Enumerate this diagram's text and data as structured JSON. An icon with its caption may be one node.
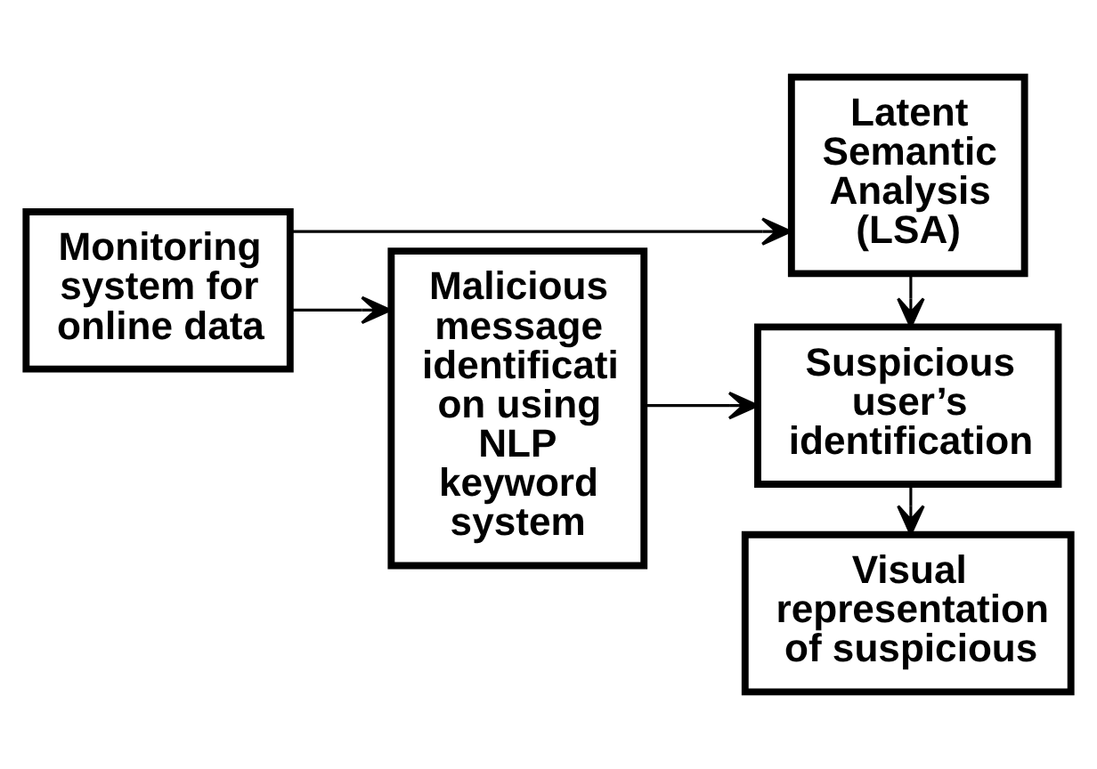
{
  "diagram": {
    "nodes": [
      {
        "text": [
          "Monitoring system for online data"
        ]
      },
      {
        "text": [
          "Malicious message identificati on using NLP keyword system"
        ]
      },
      {
        "text": [
          "Latent Semantic Analysis (LSA)"
        ]
      },
      {
        "text": [
          "Suspicious user’s identification"
        ]
      },
      {
        "text": [
          "Visual representation of suspicious"
        ]
      }
    ],
    "edges": [
      {
        "from": 0,
        "to": 2,
        "arrow": "to"
      },
      {
        "from": 0,
        "to": 1,
        "arrow": "to"
      },
      {
        "from": 1,
        "to": 3,
        "arrow": "to"
      },
      {
        "from": 2,
        "to": 3,
        "arrow": "to"
      },
      {
        "from": 3,
        "to": 4,
        "arrow": "to"
      }
    ]
  }
}
